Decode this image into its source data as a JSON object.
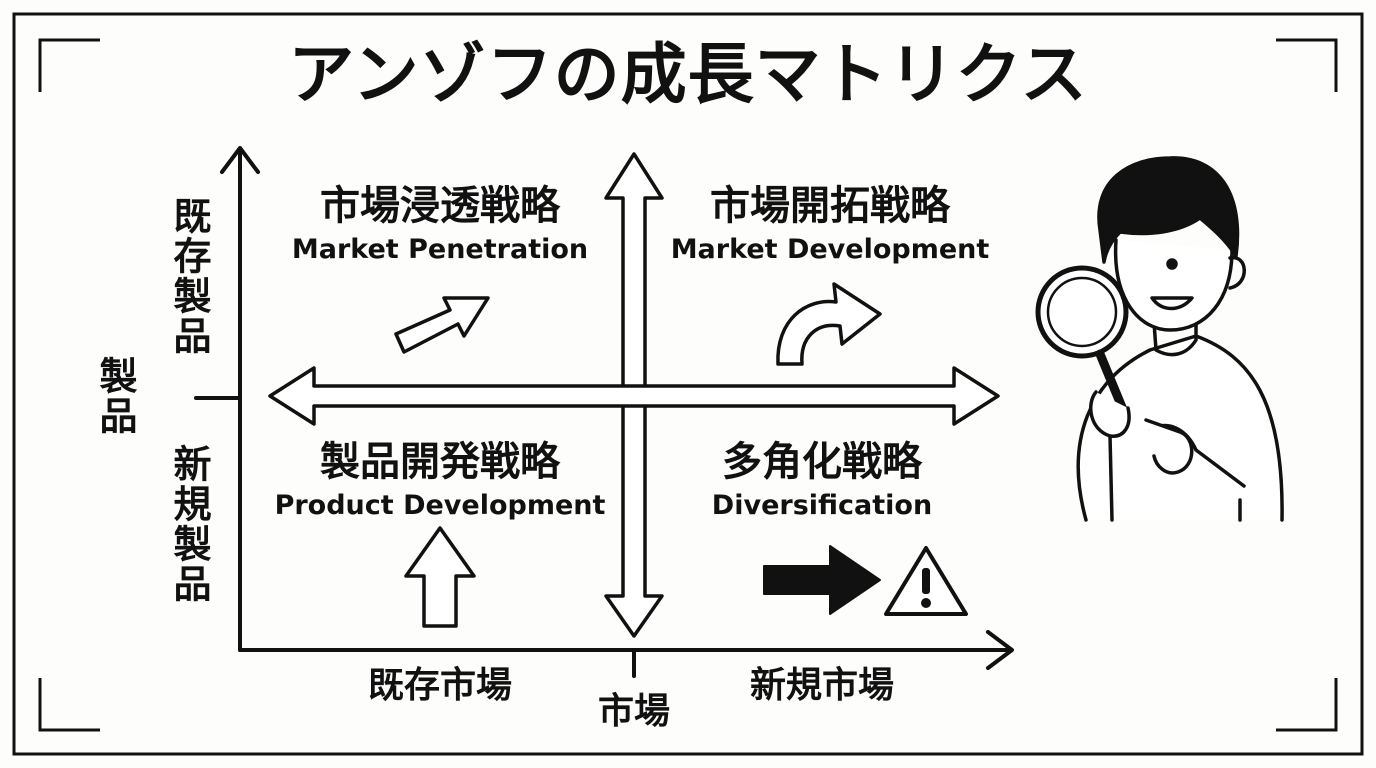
{
  "title": "アンゾフの成長マトリクス",
  "quadrants": {
    "top_left": {
      "jp": "市場浸透戦略",
      "en": "Market Penetration"
    },
    "top_right": {
      "jp": "市場開拓戦略",
      "en": "Market Development"
    },
    "bottom_left": {
      "jp": "製品開発戦略",
      "en": "Product Development"
    },
    "bottom_right": {
      "jp": "多角化戦略",
      "en": "Diversification"
    }
  },
  "y_axis": {
    "title": "製品",
    "top_label": "既存製品",
    "bottom_label": "新規製品"
  },
  "x_axis": {
    "title": "市場",
    "left_label": "既存市場",
    "right_label": "新規市場"
  },
  "icons": [
    "diagonal-arrow-icon",
    "curved-arrow-icon",
    "up-arrow-icon",
    "bold-right-arrow-icon",
    "warning-icon",
    "magnifying-glass-icon"
  ]
}
